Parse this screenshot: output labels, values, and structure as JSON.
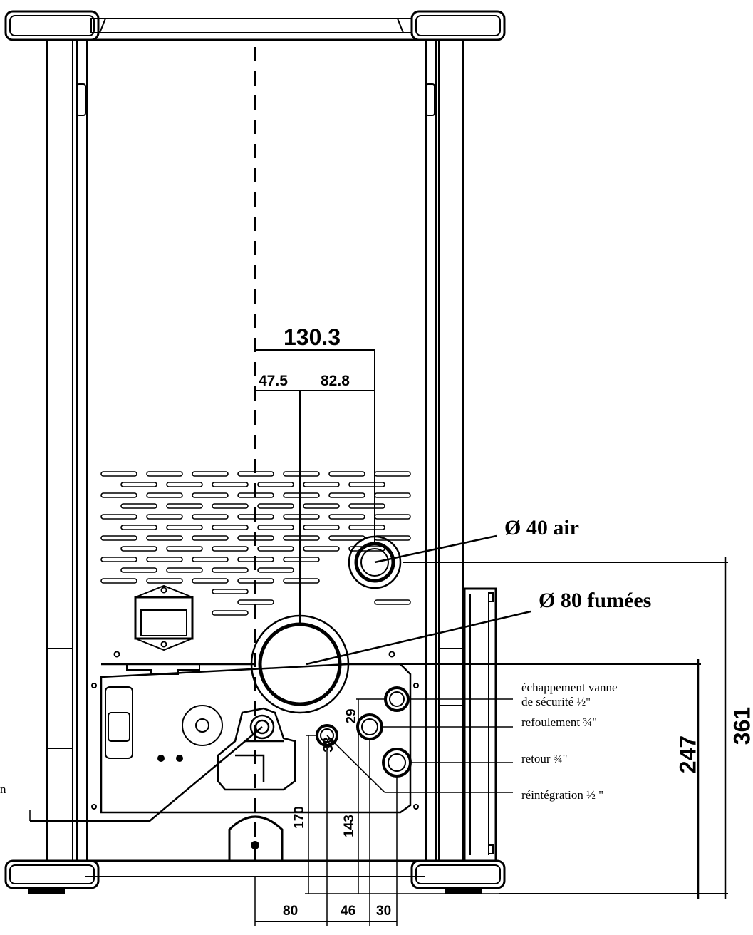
{
  "dimensions": {
    "top_total": "130.3",
    "top_left": "47.5",
    "top_right": "82.8",
    "bottom_1": "80",
    "bottom_2": "46",
    "bottom_3": "30",
    "height_total": "361",
    "height_flue": "247",
    "height_29": "29",
    "height_38": "38",
    "height_170": "170",
    "height_143": "143"
  },
  "callouts": {
    "air_inlet": "Ø 40 air",
    "flue_outlet": "Ø 80 fumées"
  },
  "connections": {
    "safety_valve_line1": "échappement vanne",
    "safety_valve_line2": "de sécurité ½\"",
    "flow": "refoulement ¾\"",
    "return": "retour ¾\"",
    "reintegration": "réintégration ½ \""
  },
  "edge_fragment": "n"
}
